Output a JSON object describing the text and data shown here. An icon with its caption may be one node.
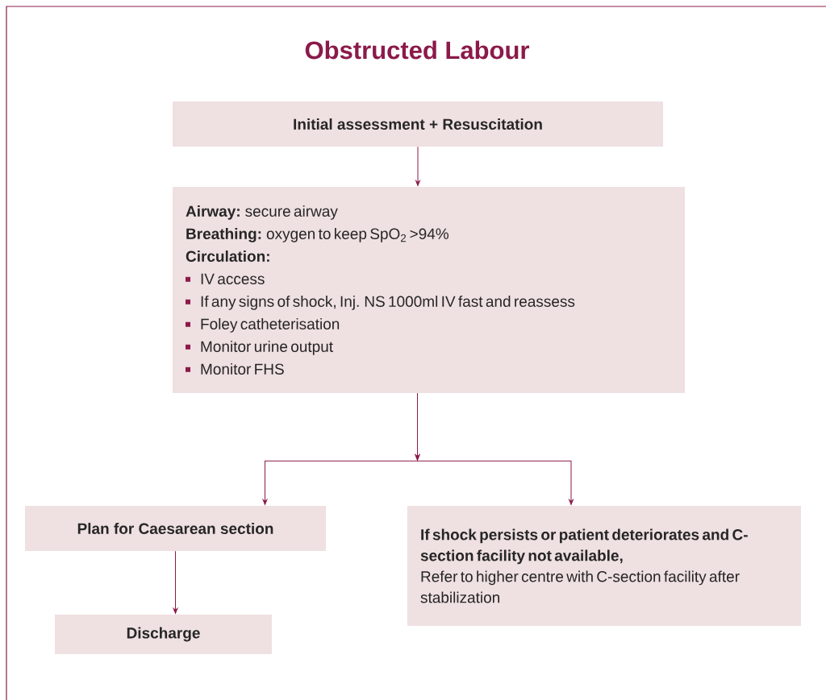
{
  "diagram": {
    "title": "Obstructed Labour",
    "nodes": [
      {
        "text": [
          "Initial assessment + Resuscitation"
        ]
      },
      {
        "text": [
          "**Airway:** secure airway",
          "**Breathing:** oxygen to keep SpO$_{2}$ >94%",
          "Circulation:",
          "IV access",
          "If any signs of shock, Inj. NS 1000ml IV fast and reassess",
          "Foley catheterisation",
          "Monitor urine output",
          "Monitor FHS"
        ]
      },
      {
        "text": [
          "Plan for Caesarean section"
        ]
      },
      {
        "text": [
          "If shock persists or patient deteriorates and C-section facility not available,",
          "Refer to higher centre with C-section facility after stabilization"
        ]
      },
      {
        "text": [
          "Discharge"
        ]
      }
    ],
    "edges": [
      {
        "from": 0,
        "to": 1,
        "arrow": "to"
      },
      {
        "from": 1,
        "to": 2,
        "arrow": "to"
      },
      {
        "from": 1,
        "to": 3,
        "arrow": "to"
      },
      {
        "from": 2,
        "to": 4,
        "arrow": "to"
      }
    ]
  }
}
